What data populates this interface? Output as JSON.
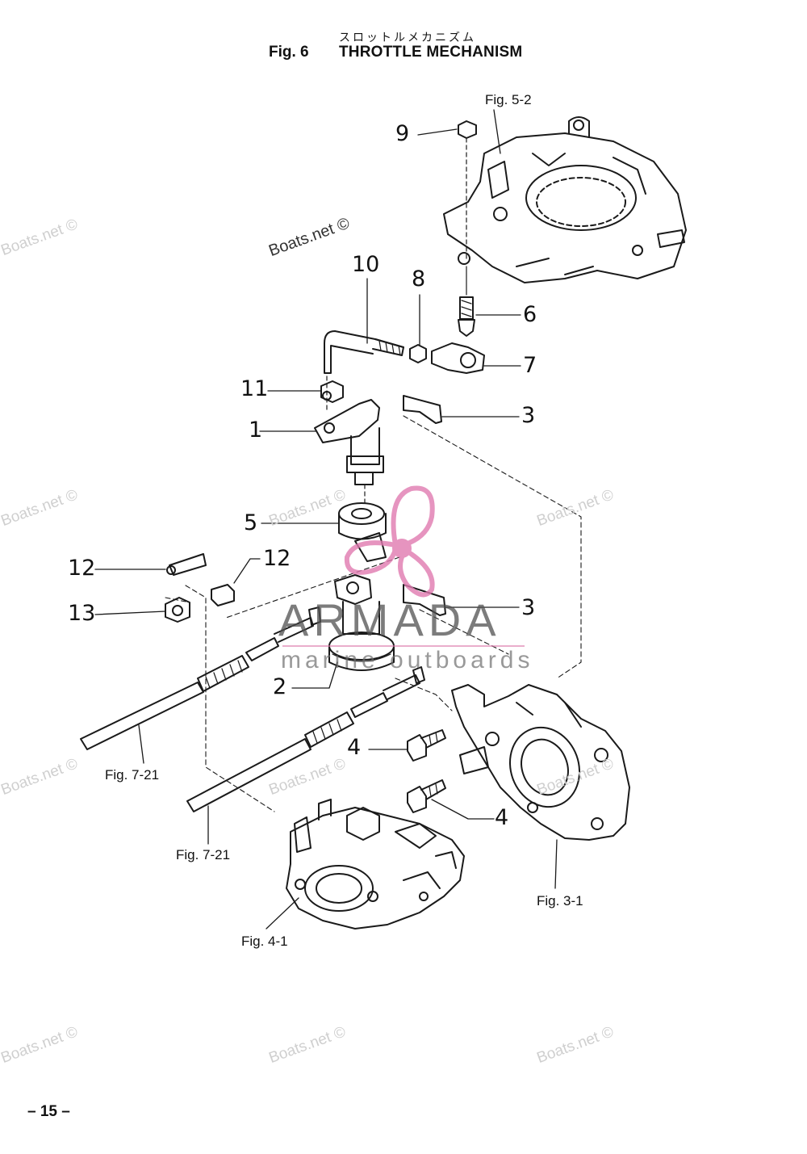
{
  "header": {
    "japanese_title": "スロットルメカニズム",
    "fig_label": "Fig. 6",
    "title": "THROTTLE MECHANISM"
  },
  "watermarks": {
    "text": "Boats.net ©",
    "main_text": "Boats.net ©"
  },
  "logo": {
    "brand": "ARMADA",
    "tagline": "marine outboards",
    "accent_color": "#e07ab0"
  },
  "callouts": {
    "c1": "1",
    "c2": "2",
    "c3a": "3",
    "c3b": "3",
    "c4a": "4",
    "c4b": "4",
    "c5": "5",
    "c6": "6",
    "c7": "7",
    "c8": "8",
    "c9": "9",
    "c10": "10",
    "c11": "11",
    "c12a": "12",
    "c12b": "12",
    "c13": "13"
  },
  "references": {
    "fig_5_2": "Fig. 5-2",
    "fig_7_21_a": "Fig. 7-21",
    "fig_7_21_b": "Fig. 7-21",
    "fig_3_1": "Fig. 3-1",
    "fig_4_1": "Fig. 4-1"
  },
  "footer": {
    "page_number": "– 15 –"
  }
}
